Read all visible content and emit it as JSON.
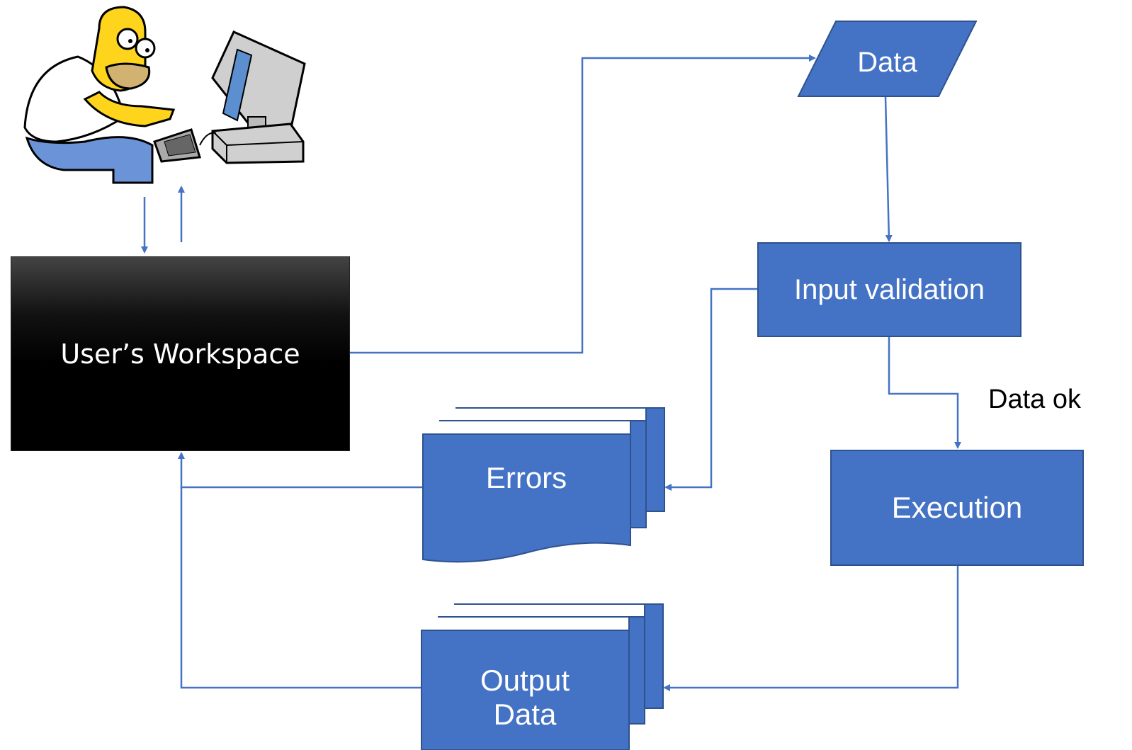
{
  "workspace": {
    "label": "User’s Workspace"
  },
  "data_node": {
    "label": "Data"
  },
  "input_validation": {
    "label": "Input validation"
  },
  "data_ok": {
    "label": "Data ok"
  },
  "execution": {
    "label": "Execution"
  },
  "errors": {
    "label": "Errors"
  },
  "output_data": {
    "label": "Output\nData"
  },
  "colors": {
    "node_fill": "#4472c4",
    "node_stroke": "#2f528f",
    "connector": "#4472c4",
    "workspace_fill": "#000000"
  },
  "icons": {
    "user": "user-at-computer-icon"
  }
}
